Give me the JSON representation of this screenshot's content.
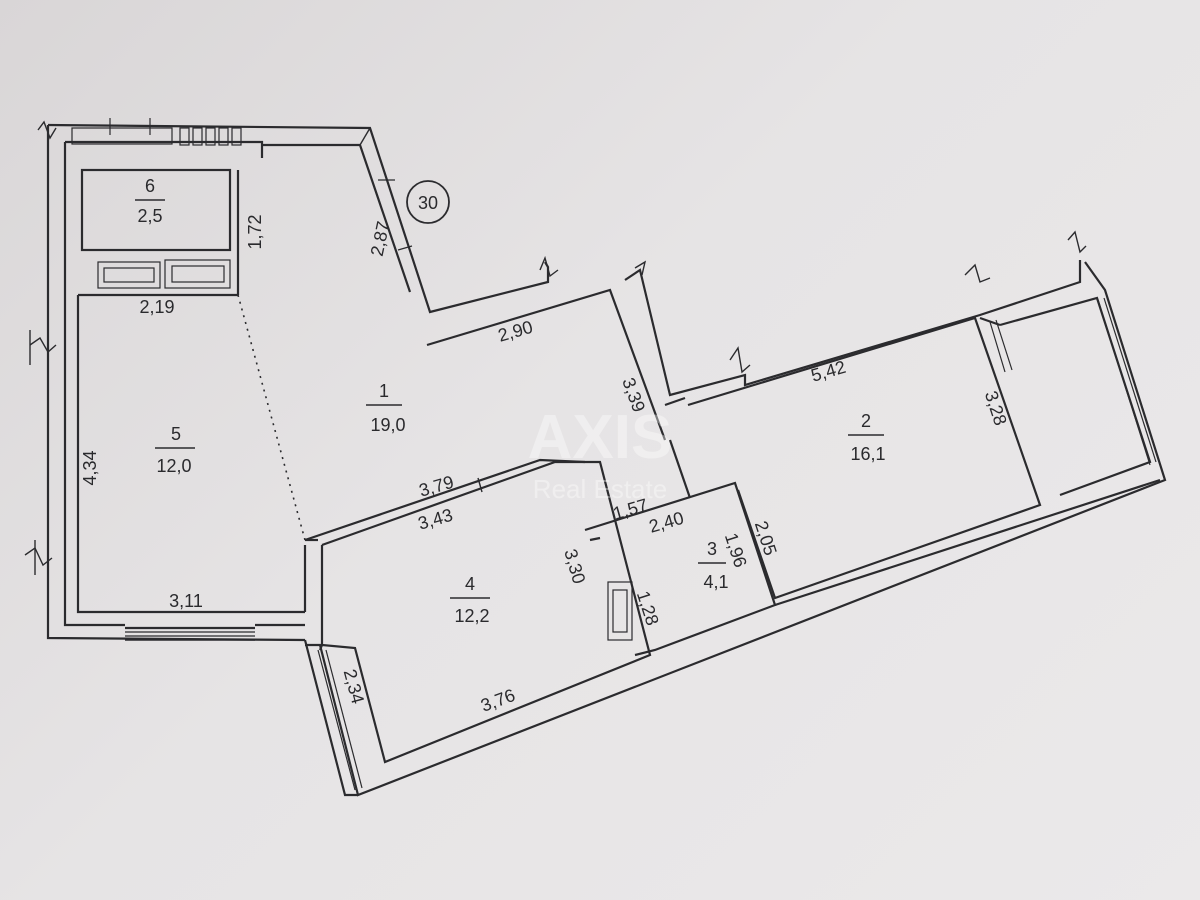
{
  "plan_number": "30",
  "rooms": [
    {
      "id": "1",
      "area": "19,0"
    },
    {
      "id": "2",
      "area": "16,1"
    },
    {
      "id": "3",
      "area": "4,1"
    },
    {
      "id": "4",
      "area": "12,2"
    },
    {
      "id": "5",
      "area": "12,0"
    },
    {
      "id": "6",
      "area": "2,5"
    }
  ],
  "dimensions": [
    "2,87",
    "1,72",
    "2,19",
    "2,90",
    "3,39",
    "5,42",
    "3,28",
    "4,34",
    "3,79",
    "3,43",
    "1,57",
    "2,40",
    "2,05",
    "1,96",
    "3,30",
    "1,28",
    "3,11",
    "2,34",
    "3,76"
  ],
  "watermark": {
    "brand": "AXIS",
    "sub": "Real Estate"
  }
}
